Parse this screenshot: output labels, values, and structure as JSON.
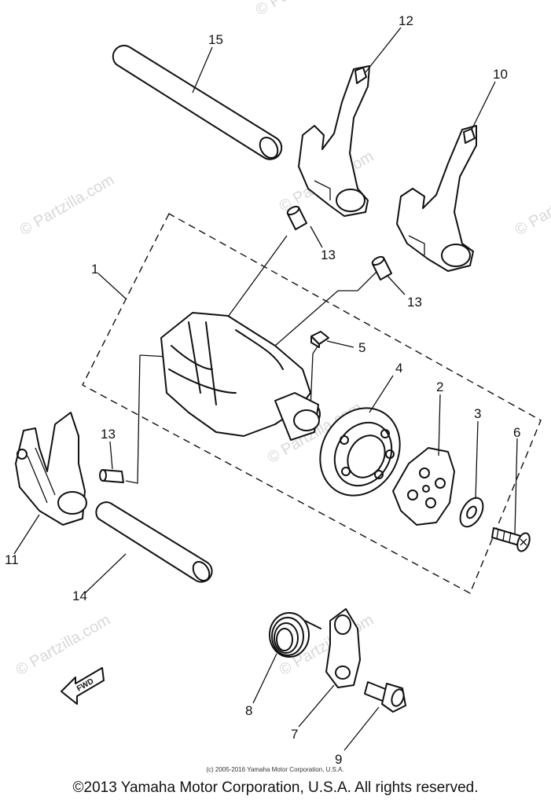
{
  "watermarks": [
    "© Partzilla.com"
  ],
  "callouts": {
    "c1": "1",
    "c2": "2",
    "c3": "3",
    "c4": "4",
    "c5": "5",
    "c6": "6",
    "c7": "7",
    "c8": "8",
    "c9": "9",
    "c10": "10",
    "c11": "11",
    "c12": "12",
    "c13a": "13",
    "c13b": "13",
    "c13c": "13",
    "c14": "14",
    "c15": "15"
  },
  "fwd_label": "FWD",
  "small_copyright": "(c) 2005-2016 Yamaha Motor Corporation, U.S.A.",
  "copyright": "©2013 Yamaha Motor Corporation, U.S.A. All rights reserved."
}
